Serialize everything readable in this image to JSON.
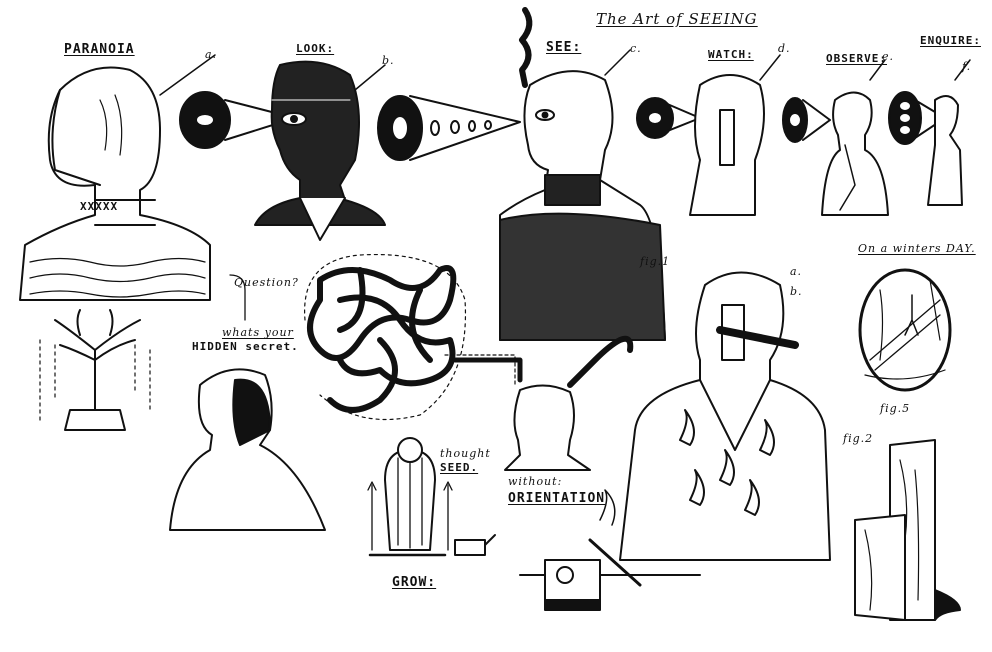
{
  "title": "The Art of SEEING",
  "labels": {
    "paranoia": "PARANOIA",
    "look": "LOOK:",
    "see": "SEE:",
    "watch": "WATCH:",
    "observe": "OBSERVE:",
    "enquire": "ENQUIRE:",
    "a": "a.",
    "b": "b.",
    "c": "c.",
    "d": "d.",
    "e": "e.",
    "f": "f.",
    "fig_a": "a.",
    "fig_b": "b.",
    "collar_x": "XXXXX",
    "question": "Question?",
    "whats_your": "whats your",
    "hidden_secret": "HIDDEN secret.",
    "thought": "thought",
    "seed": "SEED.",
    "grow": "GROW:",
    "without": "without:",
    "orientation": "ORIENTATION",
    "winters_day": "On a winters DAY.",
    "fig1": "fig.1",
    "fig2": "fig.2",
    "fig5": "fig.5"
  },
  "colors": {
    "ink": "#111111",
    "paper": "#ffffff"
  }
}
